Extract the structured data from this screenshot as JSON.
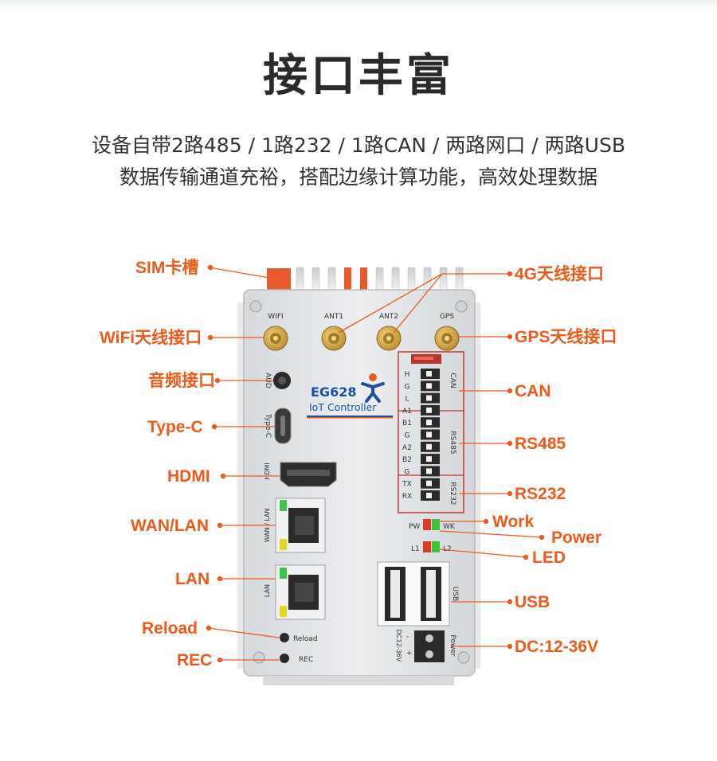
{
  "title": "接口丰富",
  "subtitle_line1": "设备自带2路485 / 1路232 / 1路CAN / 两路网口 / 两路USB",
  "subtitle_line2": "数据传输通道充裕，搭配边缘计算功能，高效处理数据",
  "colors": {
    "accent": "#ee5a1a",
    "logo_blue": "#1b4ea6",
    "terminal_red": "#c0392b",
    "body_silver": "#e4e6e9"
  },
  "device": {
    "model": "EG628",
    "product": "IoT Controller",
    "antenna_labels": [
      "WIFI",
      "ANT1",
      "ANT2",
      "GPS"
    ],
    "panel": {
      "aud": "AUD",
      "typec": "Type-C",
      "hdmi": "HDMI",
      "wan": "WAN / LAN",
      "lan": "LAN",
      "reload": "Reload",
      "rec": "REC"
    },
    "terminal_pins": [
      "H",
      "G",
      "L",
      "A1",
      "B1",
      "G",
      "A2",
      "B2",
      "G",
      "TX",
      "RX"
    ],
    "groups": [
      "CAN",
      "RS485",
      "RS232"
    ],
    "leds": {
      "pw": "PW",
      "wk": "WK",
      "l1": "L1",
      "l2": "L2"
    },
    "usb": "USB",
    "dc": "DC12-36V",
    "minus": "-",
    "plus": "+",
    "power": "Power"
  },
  "callouts": {
    "sim": "SIM卡槽",
    "wifi": "WiFi天线接口",
    "audio": "音频接口",
    "typec": "Type-C",
    "hdmi": "HDMI",
    "wan": "WAN/LAN",
    "lan": "LAN",
    "reload": "Reload",
    "rec": "REC",
    "g4": "4G天线接口",
    "gps": "GPS天线接口",
    "can": "CAN",
    "rs485": "RS485",
    "rs232": "RS232",
    "work": "Work",
    "power": "Power",
    "led": "LED",
    "usb": "USB",
    "dc": "DC:12-36V"
  }
}
